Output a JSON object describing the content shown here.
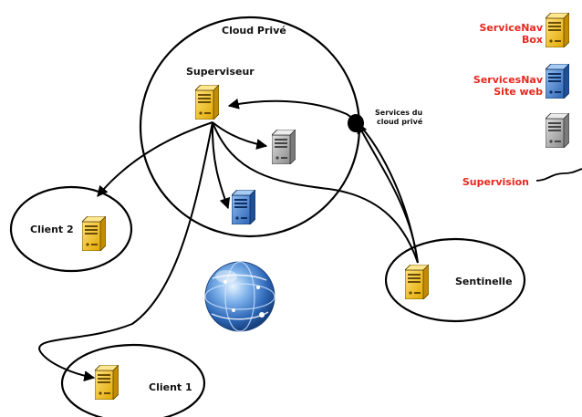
{
  "zones": {
    "cloud": "Cloud Privé",
    "client2": "Client 2",
    "client1": "Client 1",
    "sentinelle": "Sentinelle"
  },
  "nodes": {
    "superviseur": "Superviseur",
    "services_label_line1": "Services du",
    "services_label_line2": "cloud privé"
  },
  "legend": {
    "servicenav_line1": "ServiceNav",
    "servicenav_line2": "Box",
    "servicesnav_line1": "ServicesNav",
    "servicesnav_line2": "Site web",
    "supervision": "Supervision"
  },
  "colors": {
    "legend_text": "#e8281f",
    "server_yellow": "#f7c21a",
    "server_blue": "#4b86cf",
    "server_gray": "#a9a9a9",
    "link": "#000000"
  },
  "icons": {
    "server": "server-icon",
    "globe": "globe-icon",
    "endpoint": "endpoint-dot-icon"
  }
}
